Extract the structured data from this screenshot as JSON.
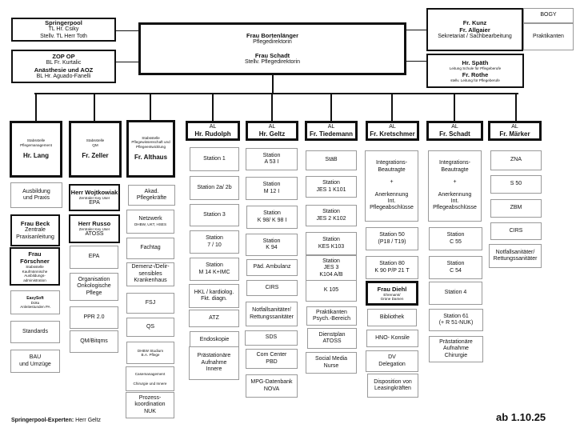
{
  "top": {
    "springerpool": {
      "lines": [
        "Springerpool",
        "TL Hr. Csiky",
        "Stellv. TL Herr Toth"
      ]
    },
    "zop_op": {
      "lines": [
        "ZOP OP",
        "BL Fr. Kurtalic",
        "Anästhesie und AOZ",
        "BL Hr. Aguado-Fanelli"
      ]
    },
    "directorate": {
      "lines": [
        "Frau Bortenlänger",
        "Pflegedirektorin",
        "Frau Schadt",
        "Stellv. Pflegedirektorin"
      ]
    },
    "secretariat": {
      "lines": [
        "Fr. Kunz",
        "Fr. Allgaier",
        "Sekretariat / Sachbearbeitung"
      ]
    },
    "bogy": {
      "lines": [
        "BOGY"
      ]
    },
    "praktikanten": {
      "lines": [
        "Praktikanten"
      ]
    },
    "school": {
      "lines": [
        "Hr. Späth",
        "Leitung Schule für Pflegeberufe",
        "Fr. Rothe",
        "stellv. Leitung für Pflegeberufe"
      ]
    }
  },
  "columns": [
    {
      "header": {
        "lines": [
          "Stabsstelle",
          "Pflegemanagement",
          "Hr. Lang"
        ]
      },
      "items": [
        {
          "lines": [
            "Ausbildung",
            "und Praxis"
          ]
        },
        {
          "lines": [
            "Frau Beck",
            "Zentrale",
            "Praxisanleitung"
          ]
        },
        {
          "lines": [
            "Frau",
            "Förschner",
            "Stabsstelle",
            "Kaufmännische",
            "Ausbildungs-",
            "administration"
          ]
        },
        {
          "lines": [
            "EasySoft",
            "Doku",
            "Anleitestunden PA"
          ]
        },
        {
          "lines": [
            "Standards"
          ]
        },
        {
          "lines": [
            "BAU",
            "und Umzüge"
          ]
        }
      ]
    },
    {
      "header": {
        "lines": [
          "Stabsstelle",
          "QM",
          "Fr. Zeller"
        ]
      },
      "items": [
        {
          "lines": [
            "Herr Wojtkowiak",
            "Zentraler Key User",
            "EPA"
          ]
        },
        {
          "lines": [
            "Herr Russo",
            "Zentraler Key User",
            "ATOSS"
          ]
        },
        {
          "lines": [
            "EPA"
          ]
        },
        {
          "lines": [
            "Organisation",
            "Onkologische",
            "Pflege"
          ]
        },
        {
          "lines": [
            "PPR 2.0"
          ]
        },
        {
          "lines": [
            "QM/Bitqms"
          ]
        }
      ]
    },
    {
      "header": {
        "lines": [
          "Stabsstelle",
          "Pflegewissenschaft und",
          "Pflegeentwicklung",
          "Fr. Althaus"
        ]
      },
      "items": [
        {
          "lines": [
            "Akad.",
            "Pflegekräfte"
          ]
        },
        {
          "lines": [
            "Netzwerk",
            "DHBW, UKT, HSES"
          ]
        },
        {
          "lines": [
            "Fachtag"
          ]
        },
        {
          "lines": [
            "Demenz-/Delir-",
            "sensibles",
            "Krankenhaus"
          ]
        },
        {
          "lines": [
            "FSJ"
          ]
        },
        {
          "lines": [
            "QS"
          ]
        },
        {
          "lines": [
            "DHBW Studium",
            "B.A. Pflege"
          ]
        },
        {
          "lines": [
            "Casemanagement",
            "Chirurgie und Innere"
          ]
        },
        {
          "lines": [
            "Prozess-",
            "koordination",
            "NUK"
          ]
        }
      ]
    },
    {
      "header": {
        "lines": [
          "AL",
          "Hr. Rudolph"
        ]
      },
      "items": [
        {
          "lines": [
            "Station 1"
          ]
        },
        {
          "lines": [
            "Station 2a/ 2b"
          ]
        },
        {
          "lines": [
            "Station 3"
          ]
        },
        {
          "lines": [
            "Station",
            "7 / 10"
          ]
        },
        {
          "lines": [
            "Station",
            "M 14 K+IMC"
          ]
        },
        {
          "lines": [
            "HKL / kardiolog.",
            "Fkt. diagn."
          ]
        },
        {
          "lines": [
            "ATZ"
          ]
        },
        {
          "lines": [
            "Endoskopie"
          ]
        },
        {
          "lines": [
            "Prästationäre",
            "Aufnahme",
            "Innere"
          ]
        }
      ]
    },
    {
      "header": {
        "lines": [
          "AL",
          "Hr. Geltz"
        ]
      },
      "items": [
        {
          "lines": [
            "Station",
            "A 53 I"
          ]
        },
        {
          "lines": [
            "Station",
            "M 12 I"
          ]
        },
        {
          "lines": [
            "Station",
            "K 98/ K 98 I"
          ]
        },
        {
          "lines": [
            "Station",
            "K 94"
          ]
        },
        {
          "lines": [
            "Päd. Ambulanz"
          ]
        },
        {
          "lines": [
            "CIRS"
          ]
        },
        {
          "lines": [
            "Notfallsanitäter/",
            "Rettungssanitäter"
          ]
        },
        {
          "lines": [
            "SDS"
          ]
        },
        {
          "lines": [
            "Com Center",
            "PBD"
          ]
        },
        {
          "lines": [
            "MPG-Datenbank",
            "NOVA"
          ]
        }
      ]
    },
    {
      "header": {
        "lines": [
          "AL",
          "Fr. Tiedemann"
        ]
      },
      "items": [
        {
          "lines": [
            "StäB"
          ]
        },
        {
          "lines": [
            "Station",
            "JES 1  K101"
          ]
        },
        {
          "lines": [
            "Station",
            "JES 2  K102"
          ]
        },
        {
          "lines": [
            "Station",
            "KES  K103"
          ]
        },
        {
          "lines": [
            "Station",
            "JES 3",
            "K104 A/B"
          ]
        },
        {
          "lines": [
            "K 105"
          ]
        },
        {
          "lines": [
            "Praktikanten",
            "Psych.-Bereich"
          ]
        },
        {
          "lines": [
            "Dienstplan",
            "ATOSS"
          ]
        },
        {
          "lines": [
            "Social Media",
            "Nurse"
          ]
        }
      ]
    },
    {
      "header": {
        "lines": [
          "AL",
          "Fr. Kretschmer"
        ]
      },
      "items": [
        {
          "lines": [
            "Integrations-",
            "Beautragte",
            "+",
            "Anerkennung",
            "Int.",
            "Pflegeabschlüsse"
          ]
        },
        {
          "lines": [
            "Station 50",
            "(P18 /  T19)"
          ]
        },
        {
          "lines": [
            "Station 80",
            "K 90 P/P 21 T"
          ]
        },
        {
          "lines": [
            "Frau Diehl",
            "Ehrenamt/",
            "Grüne Damen"
          ]
        },
        {
          "lines": [
            "Bibliothek"
          ]
        },
        {
          "lines": [
            "HNO- Konsile"
          ]
        },
        {
          "lines": [
            "DV",
            "Delegation"
          ]
        },
        {
          "lines": [
            "Disposition von",
            "Leasingkräften"
          ]
        }
      ]
    },
    {
      "header": {
        "lines": [
          "AL",
          "Fr. Schadt"
        ]
      },
      "items": [
        {
          "lines": [
            "Integrations-",
            "Beautragte",
            "+",
            "Anerkennung",
            "Int.",
            "Pflegeabschlüsse"
          ]
        },
        {
          "lines": [
            "Station",
            "C 55"
          ]
        },
        {
          "lines": [
            "Station",
            "C 54"
          ]
        },
        {
          "lines": [
            "Station 4"
          ]
        },
        {
          "lines": [
            "Station 61",
            "(+ R 51-NUK)"
          ]
        },
        {
          "lines": [
            "Prästationäre",
            "Aufnahme",
            "Chirurgie"
          ]
        }
      ]
    },
    {
      "header": {
        "lines": [
          "AL",
          "Fr. Märker"
        ]
      },
      "items": [
        {
          "lines": [
            "ZNA"
          ]
        },
        {
          "lines": [
            "S 50"
          ]
        },
        {
          "lines": [
            "ZBM"
          ]
        },
        {
          "lines": [
            "CIRS"
          ]
        },
        {
          "lines": [
            "Notfallsanitäter/",
            "Rettungssanitäter"
          ]
        }
      ]
    }
  ],
  "footer": {
    "experts_label": "Springerpool-Experten:",
    "experts_name": "Herr Geltz",
    "date": "ab 1.10.25"
  }
}
